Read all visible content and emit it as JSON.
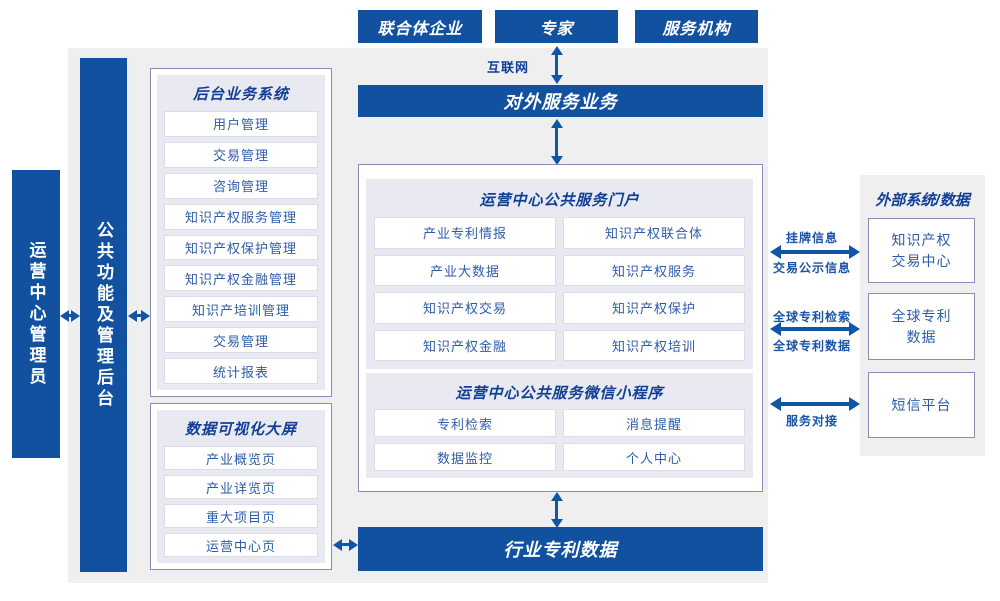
{
  "colors": {
    "primary_blue": "#11519f",
    "arrow_blue": "#1155a5",
    "canvas_gray": "#efeff0",
    "inner_panel_gray": "#e9eaf1",
    "outer_border": "#8c8cb2",
    "item_text_blue": "#2d5ca8",
    "title_text_blue": "#123f96"
  },
  "top_actors": [
    "联合体企业",
    "专家",
    "服务机构"
  ],
  "internet_label": "互联网",
  "external_service_bar": "对外服务业务",
  "left_rail": {
    "admin": "运营中心管理员",
    "backend": "公共功能及管理后台"
  },
  "backend_system": {
    "title": "后台业务系统",
    "items": [
      "用户管理",
      "交易管理",
      "咨询管理",
      "知识产权服务管理",
      "知识产权保护管理",
      "知识产权金融管理",
      "知识产培训管理",
      "交易管理",
      "统计报表"
    ]
  },
  "dashboard": {
    "title": "数据可视化大屏",
    "items": [
      "产业概览页",
      "产业详览页",
      "重大项目页",
      "运营中心页"
    ]
  },
  "portal": {
    "title": "运营中心公共服务门户",
    "items": [
      "产业专利情报",
      "知识产权联合体",
      "产业大数据",
      "知识产权服务",
      "知识产权交易",
      "知识产权保护",
      "知识产权金融",
      "知识产权培训"
    ]
  },
  "miniprogram": {
    "title": "运营中心公共服务微信小程序",
    "items": [
      "专利检索",
      "消息提醒",
      "数据监控",
      "个人中心"
    ]
  },
  "industry_data_bar": "行业专利数据",
  "external_systems": {
    "title": "外部系统/数据",
    "boxes": [
      "知识产权\n交易中心",
      "全球专利\n数据",
      "短信平台"
    ]
  },
  "link_labels": {
    "listing_info": "挂牌信息",
    "trade_publicity": "交易公示信息",
    "global_patent_search": "全球专利检索",
    "global_patent_data": "全球专利数据",
    "service_connect": "服务对接"
  }
}
